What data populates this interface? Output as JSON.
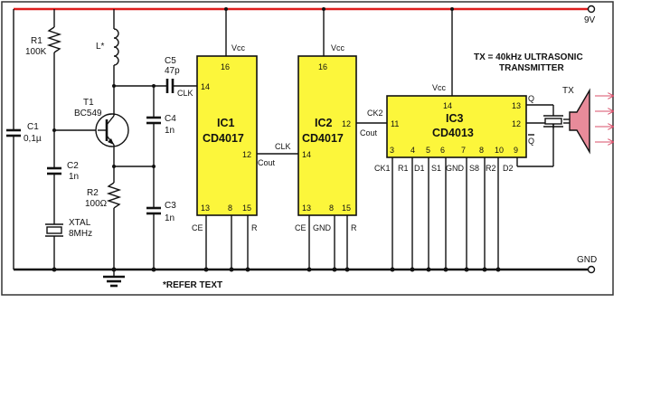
{
  "colors": {
    "rail_supply": "#dd1d1d",
    "ic_fill": "#fcf63b",
    "wire": "#111111",
    "tx_fill": "#e88b9a",
    "arrow": "#d94f6a",
    "frame": "#333333"
  },
  "rails": {
    "vcc": "9V",
    "gnd": "GND"
  },
  "note": "*REFER TEXT",
  "components": {
    "r1": {
      "ref": "R1",
      "value": "100K"
    },
    "l": {
      "ref": "L*"
    },
    "c5": {
      "ref": "C5",
      "value": "47p"
    },
    "t1": {
      "ref": "T1",
      "value": "BC549"
    },
    "c1": {
      "ref": "C1",
      "value": "0,1µ"
    },
    "c2": {
      "ref": "C2",
      "value": "1n"
    },
    "c4": {
      "ref": "C4",
      "value": "1n"
    },
    "r2": {
      "ref": "R2",
      "value": "100Ω"
    },
    "c3": {
      "ref": "C3",
      "value": "1n"
    },
    "xtal": {
      "ref": "XTAL",
      "value": "8MHz"
    }
  },
  "ic1": {
    "name": "IC1",
    "part": "CD4017",
    "vcc": "Vcc",
    "pins": {
      "vcc": "16",
      "clk": "14",
      "out": "12",
      "p13": "13",
      "p8": "8",
      "p15": "15"
    },
    "labels": {
      "clk": "CLK",
      "cout": "Cout",
      "ce": "CE",
      "r": "R"
    }
  },
  "ic2": {
    "name": "IC2",
    "part": "CD4017",
    "vcc": "Vcc",
    "pins": {
      "vcc": "16",
      "clk": "14",
      "out": "12",
      "p13": "13",
      "p8": "8",
      "p15": "15"
    },
    "labels": {
      "clk": "CLK",
      "cout": "Cout",
      "ce": "CE",
      "gnd": "GND",
      "r": "R"
    }
  },
  "ic3": {
    "name": "IC3",
    "part": "CD4013",
    "vcc": "Vcc",
    "pins": {
      "vcc": "14",
      "p11": "11",
      "p13": "13",
      "p12": "12",
      "p3": "3",
      "p4": "4",
      "p5": "5",
      "p6": "6",
      "p7": "7",
      "p8": "8",
      "p10": "10",
      "p9": "9"
    },
    "labels": {
      "ck2": "CK2",
      "q": "Q",
      "qbar": "Q",
      "ck1": "CK1",
      "r1": "R1",
      "d1": "D1",
      "s1": "S1",
      "gnd": "GND",
      "s8": "S8",
      "r2": "R2",
      "d2": "D2"
    }
  },
  "transmitter": {
    "ref": "TX",
    "title_line1": "TX = 40kHz ULTRASONIC",
    "title_line2": "TRANSMITTER"
  }
}
